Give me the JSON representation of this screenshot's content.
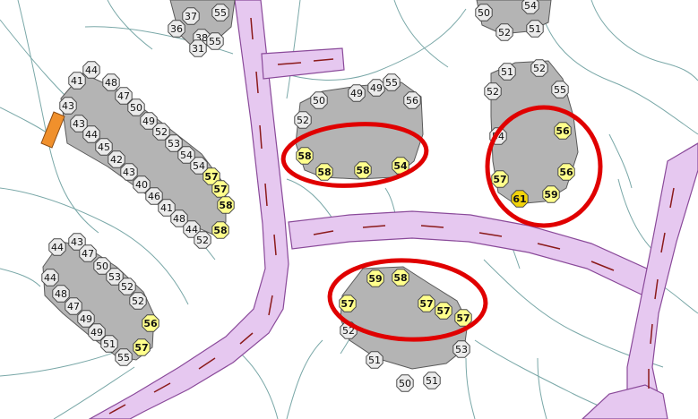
{
  "colors": {
    "background": "#ffffff",
    "terrain_line": "#7aa8a8",
    "road_fill": "#e6c8f0",
    "road_edge": "#8a4a9a",
    "road_dash": "#8b1a1a",
    "building_fill": "#b4b4b4",
    "building_edge": "#5a5a5a",
    "marker_grey": "#ebebeb",
    "marker_yellow": "#ffff8c",
    "marker_gold": "#f2d40a",
    "marker_edge": "#4a4a4a",
    "highlight_ring": "#e00000",
    "small_structure": "#f0902c"
  },
  "labels": {
    "top_left_cluster": [
      "37",
      "36",
      "38",
      "55",
      "31",
      "55"
    ],
    "top_right_cluster": [
      "50",
      "54",
      "52",
      "51"
    ],
    "left_long_building": [
      "44",
      "48",
      "41",
      "47",
      "43",
      "50",
      "43",
      "49",
      "44",
      "52",
      "45",
      "53",
      "42",
      "54",
      "43",
      "54",
      "40",
      "57",
      "46",
      "57",
      "41",
      "58",
      "48",
      "44",
      "52",
      "58"
    ],
    "left_small_building": [
      "44",
      "43",
      "47",
      "50",
      "44",
      "53",
      "48",
      "52",
      "47",
      "52",
      "49",
      "56",
      "49",
      "51",
      "57",
      "55"
    ],
    "center_top_building": [
      "50",
      "49",
      "49",
      "55",
      "52",
      "56",
      "58",
      "58",
      "58",
      "54"
    ],
    "right_top_building": [
      "51",
      "52",
      "52",
      "55",
      "54",
      "56",
      "56",
      "57",
      "61",
      "59"
    ],
    "bottom_center_building": [
      "59",
      "58",
      "57",
      "57",
      "57",
      "57",
      "52",
      "53",
      "51",
      "50",
      "51"
    ]
  }
}
